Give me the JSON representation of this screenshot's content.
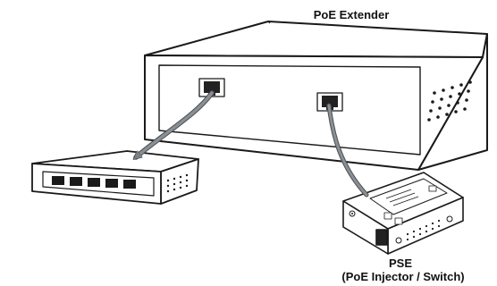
{
  "labels": {
    "extender": "PoE Extender",
    "pse_title": "PSE",
    "pse_subtitle": "(PoE Injector / Switch)"
  },
  "colors": {
    "stroke": "#1a1a1a",
    "cable": "#8a8f94",
    "cable_edge": "#4a4f54",
    "fill": "#ffffff",
    "port": "#222222"
  },
  "devices": [
    {
      "name": "poe-extender",
      "ports": 2
    },
    {
      "name": "network-switch",
      "ports": 5
    },
    {
      "name": "pse-injector",
      "ports": 1
    }
  ]
}
